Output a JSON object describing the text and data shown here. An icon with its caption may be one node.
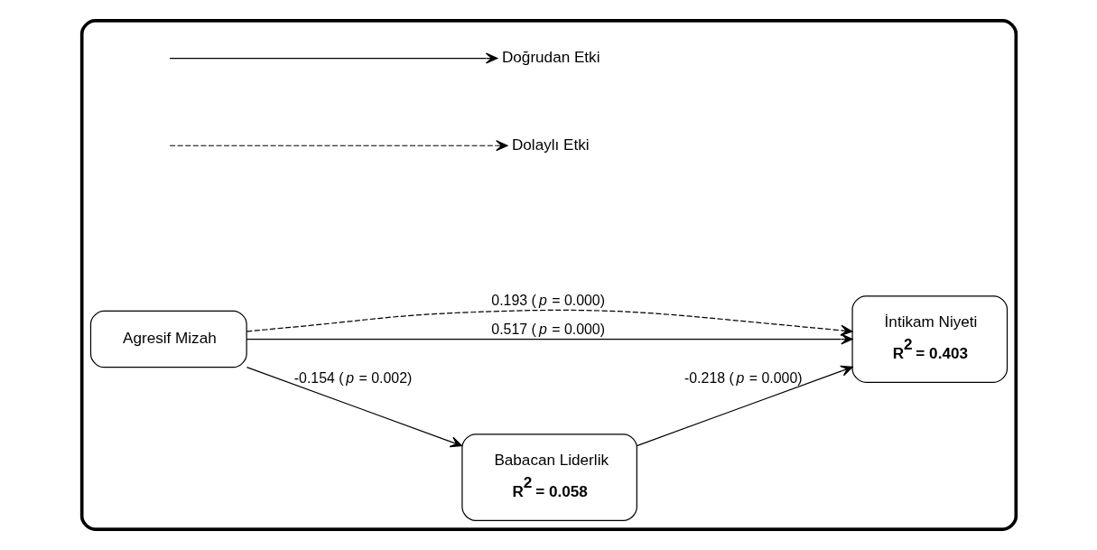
{
  "diagram": {
    "nodes": [
      {
        "text": [],
        "shape": "box"
      },
      {
        "text": [
          "Agresif Mizah"
        ],
        "in": 0
      },
      {
        "text": [
          "Babacan Liderlik",
          "R$^{2}$ = 0.058"
        ],
        "in": 0
      },
      {
        "text": [
          "İntikam Niyeti",
          "R$^{2}$ = 0.403"
        ],
        "in": 0
      }
    ],
    "edges": [
      {
        "from": 1,
        "to": 2,
        "arrow": "to",
        "label": "-0.154 (*p* = 0.002)"
      },
      {
        "from": 2,
        "to": 3,
        "arrow": "to",
        "label": "-0.218 (*p* = 0.000)"
      },
      {
        "from": 1,
        "to": 3,
        "arrow": "to",
        "label": "0.517 (*p* = 0.000)"
      },
      {
        "from": 1,
        "to": 3,
        "arrow": "to",
        "label": "0.193 (*p* = 0.000)",
        "style": "dashed"
      }
    ],
    "legend": [
      {
        "text": "Doğrudan Etki"
      },
      {
        "text": "Dolaylı Etki"
      }
    ]
  }
}
